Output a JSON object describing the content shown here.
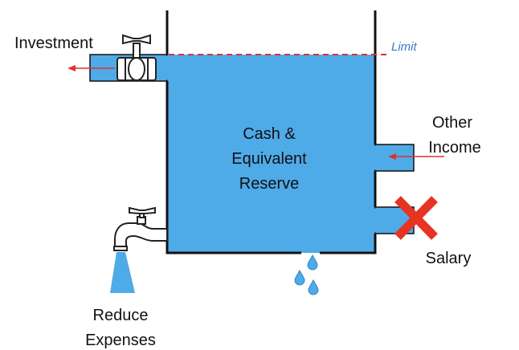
{
  "labels": {
    "investment": "Investment",
    "limit": "Limit",
    "reserve": [
      "Cash &",
      "Equivalent",
      "Reserve"
    ],
    "other_income": [
      "Other",
      "Income"
    ],
    "salary": "Salary",
    "reduce_expenses": [
      "Reduce",
      "Expenses"
    ]
  },
  "colors": {
    "water": "#4faae8",
    "limit_line": "#e0302a",
    "limit_text": "#3a7ac8",
    "cross": "#e63323",
    "arrow": "#e0302a"
  },
  "icons": [
    "valve-icon",
    "faucet-icon",
    "cross-icon",
    "water-drop-icon",
    "arrow-left-icon"
  ]
}
